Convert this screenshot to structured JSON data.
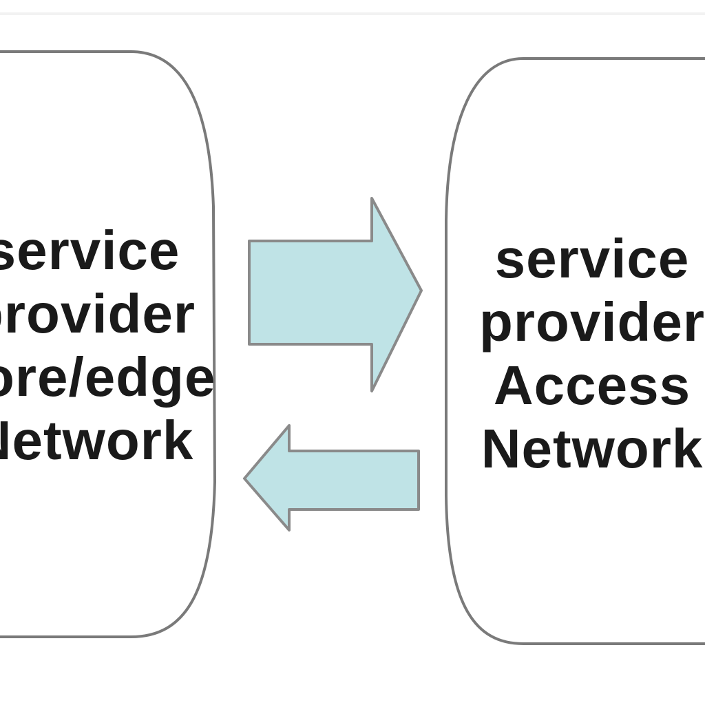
{
  "diagram": {
    "left_node": {
      "lines": [
        "service",
        "provider",
        "core/edge",
        "Network"
      ]
    },
    "right_node": {
      "lines": [
        "service",
        "provider",
        "Access",
        "Network"
      ]
    },
    "arrows": [
      {
        "direction": "right",
        "from": "left_node",
        "to": "right_node"
      },
      {
        "direction": "left",
        "from": "right_node",
        "to": "left_node"
      }
    ],
    "colors": {
      "arrow_fill": "#bfe3e6",
      "arrow_stroke": "#8a8a8a",
      "node_stroke": "#7a7a7a",
      "text": "#1a1a1a",
      "background": "#ffffff"
    }
  }
}
